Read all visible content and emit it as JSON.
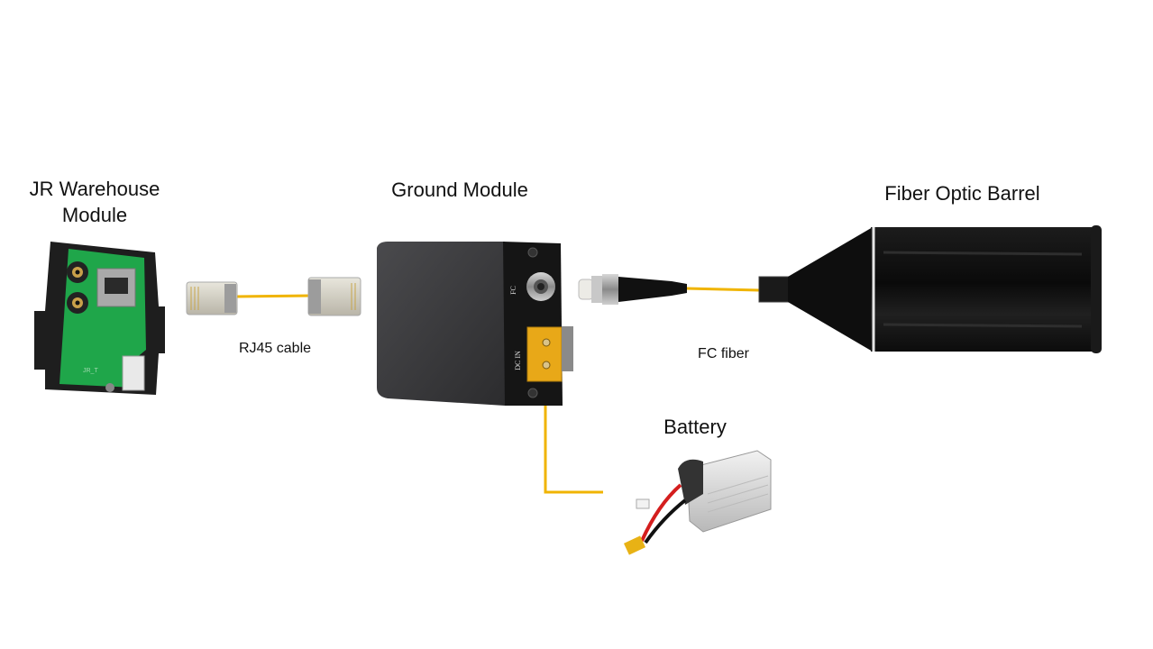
{
  "components": {
    "jr_module": {
      "title_line1": "JR Warehouse",
      "title_line2": "Module",
      "pcb_mark": "JR_T"
    },
    "ground_module": {
      "title": "Ground Module",
      "port_fc": "FC",
      "port_dc": "DC IN"
    },
    "fiber_barrel": {
      "title": "Fiber Optic Barrel"
    },
    "battery": {
      "title": "Battery"
    }
  },
  "connections": {
    "rj45": {
      "label": "RJ45 cable"
    },
    "fc_fiber": {
      "label": "FC fiber"
    },
    "power": {
      "label": ""
    }
  },
  "colors": {
    "cable": "#F0B400",
    "background": "#FFFFFF",
    "pcb": "#1FA64A",
    "device": "#2A2A2C"
  }
}
